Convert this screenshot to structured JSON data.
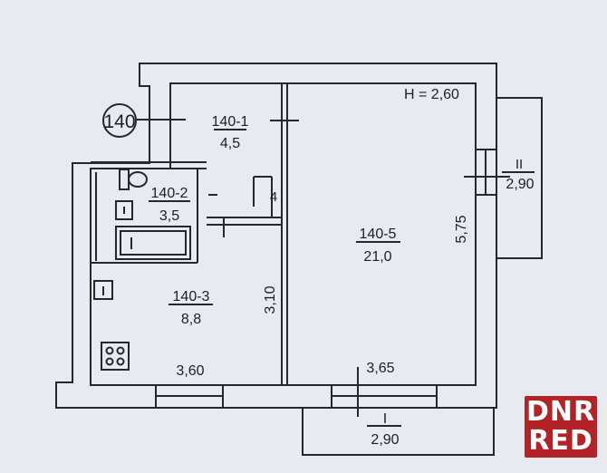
{
  "plan": {
    "building_number": "140",
    "height_label": "H = 2,60",
    "rooms": [
      {
        "id": "140-1",
        "area": "4,5"
      },
      {
        "id": "140-2",
        "area": "3,5"
      },
      {
        "id": "140-3",
        "area": "8,8"
      },
      {
        "id": "140-5",
        "area": "21,0"
      }
    ],
    "dimensions": {
      "kitchen_width": "3,60",
      "room_width": "3,65",
      "room_depth": "5,75",
      "kitchen_depth": "3,10",
      "cabinet_size": "4"
    },
    "balconies": [
      {
        "numeral": "II",
        "length": "2,90"
      },
      {
        "numeral": "I",
        "length": "2,90"
      }
    ]
  },
  "watermark": {
    "line1": "DNR",
    "line2": "RED"
  }
}
